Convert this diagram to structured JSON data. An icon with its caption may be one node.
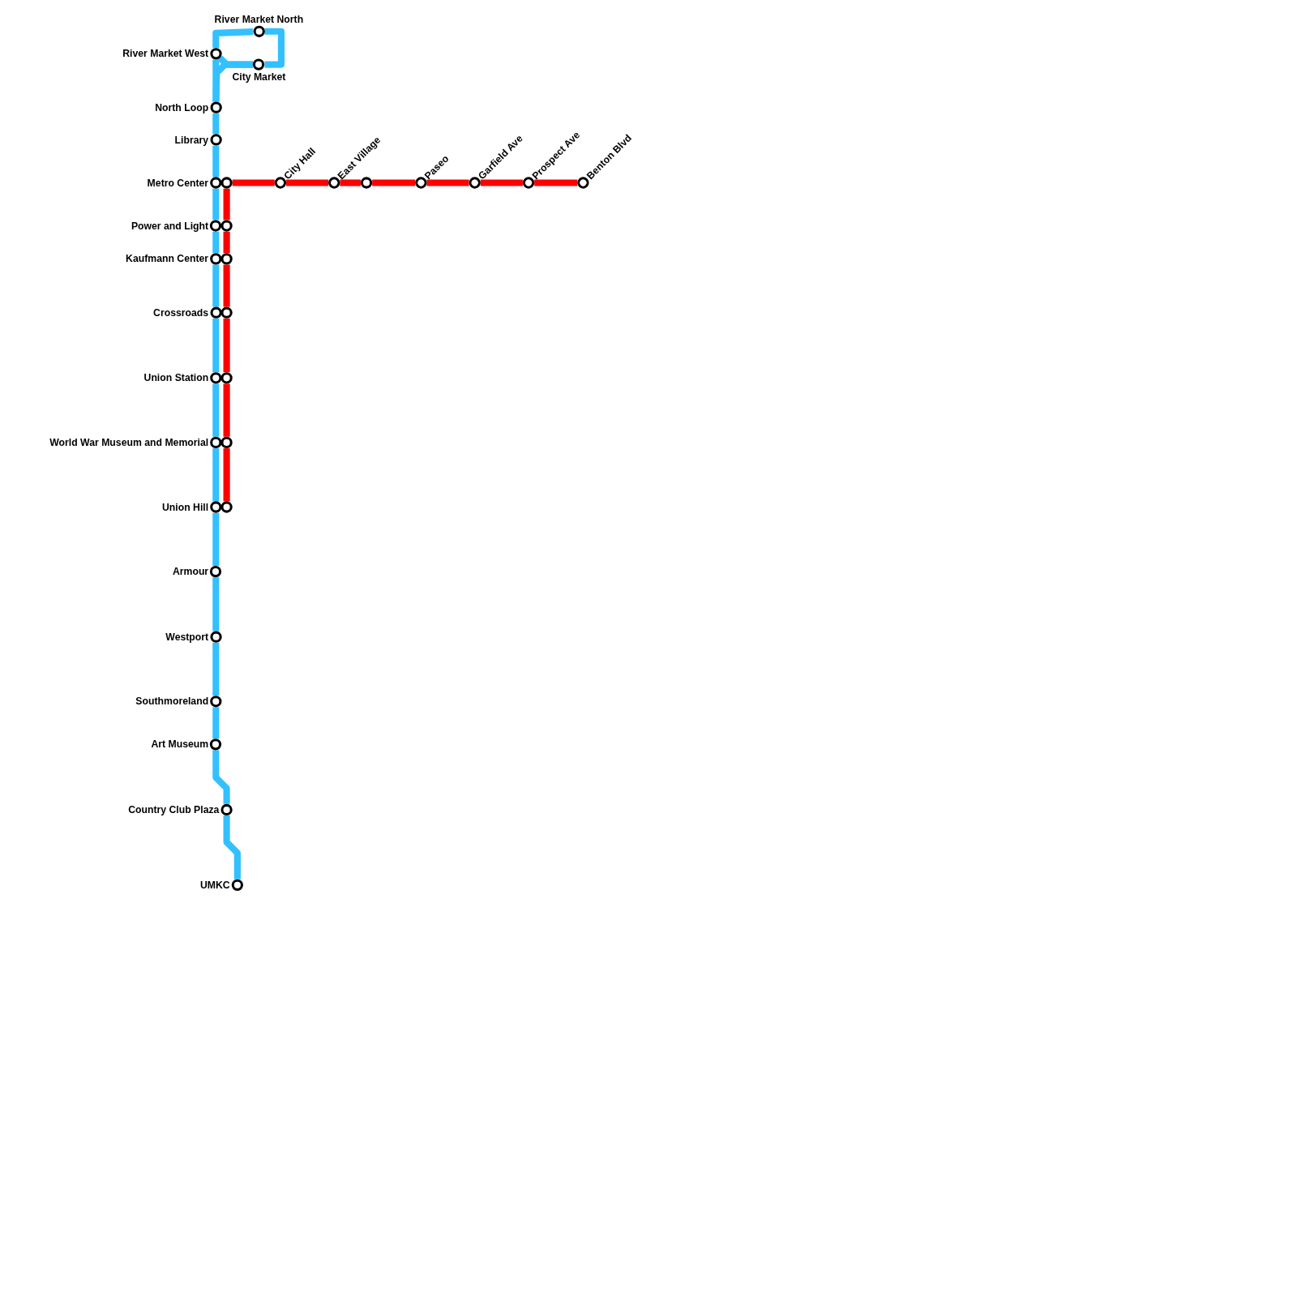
{
  "diagram": {
    "nodes": [
      {
        "text": [
          "River Market North"
        ]
      },
      {
        "text": [
          "River Market West"
        ]
      },
      {
        "text": [
          "City Market"
        ]
      },
      {
        "text": [
          "North Loop"
        ]
      },
      {
        "text": [
          "Library"
        ]
      },
      {
        "text": [
          "Metro Center"
        ]
      },
      {
        "text": [],
        "shape": "circle"
      },
      {
        "text": [
          "City Hall"
        ]
      },
      {
        "text": [
          "East Village"
        ]
      },
      {
        "text": [],
        "shape": "circle"
      },
      {
        "text": [
          "Paseo"
        ]
      },
      {
        "text": [
          "Garfield Ave"
        ]
      },
      {
        "text": [
          "Prospect Ave"
        ]
      },
      {
        "text": [
          "Benton Blvd"
        ]
      },
      {
        "text": [
          "Power and Light"
        ]
      },
      {
        "text": [],
        "shape": "circle"
      },
      {
        "text": [
          "Kaufmann Center"
        ]
      },
      {
        "text": [],
        "shape": "circle"
      },
      {
        "text": [
          "Crossroads"
        ]
      },
      {
        "text": [],
        "shape": "circle"
      },
      {
        "text": [
          "Union Station"
        ]
      },
      {
        "text": [],
        "shape": "circle"
      },
      {
        "text": [
          "World War Museum and Memorial"
        ]
      },
      {
        "text": [],
        "shape": "circle"
      },
      {
        "text": [
          "Union Hill"
        ]
      },
      {
        "text": [],
        "shape": "circle"
      },
      {
        "text": [
          "Armour"
        ]
      },
      {
        "text": [
          "Westport"
        ]
      },
      {
        "text": [
          "Southmoreland"
        ]
      },
      {
        "text": [
          "Art Museum"
        ]
      },
      {
        "text": [
          "Country Club Plaza"
        ]
      },
      {
        "text": [
          "UMKC"
        ]
      }
    ],
    "edges": [
      {
        "from": 1,
        "to": 0,
        "arrow": "none"
      },
      {
        "from": 0,
        "to": 2,
        "arrow": "none"
      },
      {
        "from": 2,
        "to": 1,
        "arrow": "none"
      },
      {
        "from": 1,
        "to": 3,
        "arrow": "none"
      },
      {
        "from": 2,
        "to": 3,
        "arrow": "none"
      },
      {
        "from": 3,
        "to": 4,
        "arrow": "none"
      },
      {
        "from": 4,
        "to": 5,
        "arrow": "none"
      },
      {
        "from": 5,
        "to": 14,
        "arrow": "none"
      },
      {
        "from": 14,
        "to": 16,
        "arrow": "none"
      },
      {
        "from": 16,
        "to": 18,
        "arrow": "none"
      },
      {
        "from": 18,
        "to": 20,
        "arrow": "none"
      },
      {
        "from": 20,
        "to": 22,
        "arrow": "none"
      },
      {
        "from": 22,
        "to": 24,
        "arrow": "none"
      },
      {
        "from": 24,
        "to": 26,
        "arrow": "none"
      },
      {
        "from": 26,
        "to": 27,
        "arrow": "none"
      },
      {
        "from": 27,
        "to": 28,
        "arrow": "none"
      },
      {
        "from": 28,
        "to": 29,
        "arrow": "none"
      },
      {
        "from": 29,
        "to": 30,
        "arrow": "none"
      },
      {
        "from": 30,
        "to": 31,
        "arrow": "none"
      },
      {
        "from": 6,
        "to": 7,
        "arrow": "none",
        "color": "#ff0000"
      },
      {
        "from": 7,
        "to": 8,
        "arrow": "none",
        "color": "#ff0000"
      },
      {
        "from": 8,
        "to": 9,
        "arrow": "none",
        "color": "#ff0000"
      },
      {
        "from": 9,
        "to": 10,
        "arrow": "none",
        "color": "#ff0000"
      },
      {
        "from": 10,
        "to": 11,
        "arrow": "none",
        "color": "#ff0000"
      },
      {
        "from": 11,
        "to": 12,
        "arrow": "none",
        "color": "#ff0000"
      },
      {
        "from": 12,
        "to": 13,
        "arrow": "none",
        "color": "#ff0000"
      },
      {
        "from": 6,
        "to": 15,
        "arrow": "none",
        "color": "#ff0000"
      },
      {
        "from": 15,
        "to": 17,
        "arrow": "none",
        "color": "#ff0000"
      },
      {
        "from": 17,
        "to": 19,
        "arrow": "none",
        "color": "#ff0000"
      },
      {
        "from": 19,
        "to": 21,
        "arrow": "none",
        "color": "#ff0000"
      },
      {
        "from": 21,
        "to": 23,
        "arrow": "none",
        "color": "#ff0000"
      },
      {
        "from": 23,
        "to": 25,
        "arrow": "none",
        "color": "#ff0000"
      }
    ]
  }
}
